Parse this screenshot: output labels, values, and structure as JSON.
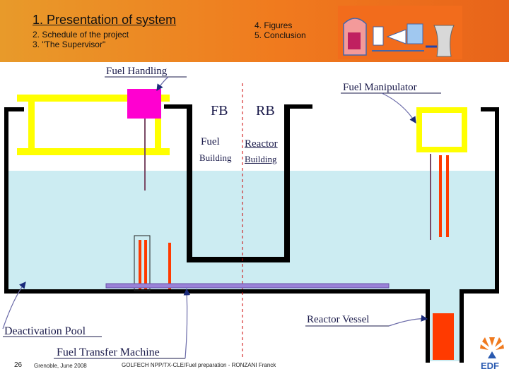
{
  "header": {
    "title": "1. Presentation of system",
    "menu_left": [
      "2. Schedule of the project",
      "3. \"The Supervisor\""
    ],
    "menu_right": [
      "4. Figures",
      "5. Conclusion"
    ],
    "accent_color": "#f07a1e"
  },
  "diagram": {
    "labels": {
      "fuel_handling": "Fuel Handling",
      "fuel_manipulator": "Fuel Manipulator",
      "fb": "FB",
      "rb": "RB",
      "fuel": "Fuel",
      "reactor": "Reactor",
      "building_left": "Building",
      "building_right": "Building",
      "reactor_vessel": "Reactor Vessel",
      "deactivation_pool": "Deactivation Pool",
      "fuel_transfer_machine": "Fuel Transfer Machine"
    },
    "colors": {
      "water": "#ccecf2",
      "crane": "#ffff00",
      "handler": "#ff00d0",
      "fuel_rod": "#ff3a00",
      "tube": "#9a82d8",
      "rod_line": "#7a4a66",
      "wall": "#000000",
      "divider": "#cc0000"
    }
  },
  "footer": {
    "page_number": "26",
    "location_date": "Grenoble, June 2008",
    "reference": "GOLFECH NPP/TX-CLE/Fuel preparation - RONZANI Franck",
    "logo_text": "EDF"
  }
}
